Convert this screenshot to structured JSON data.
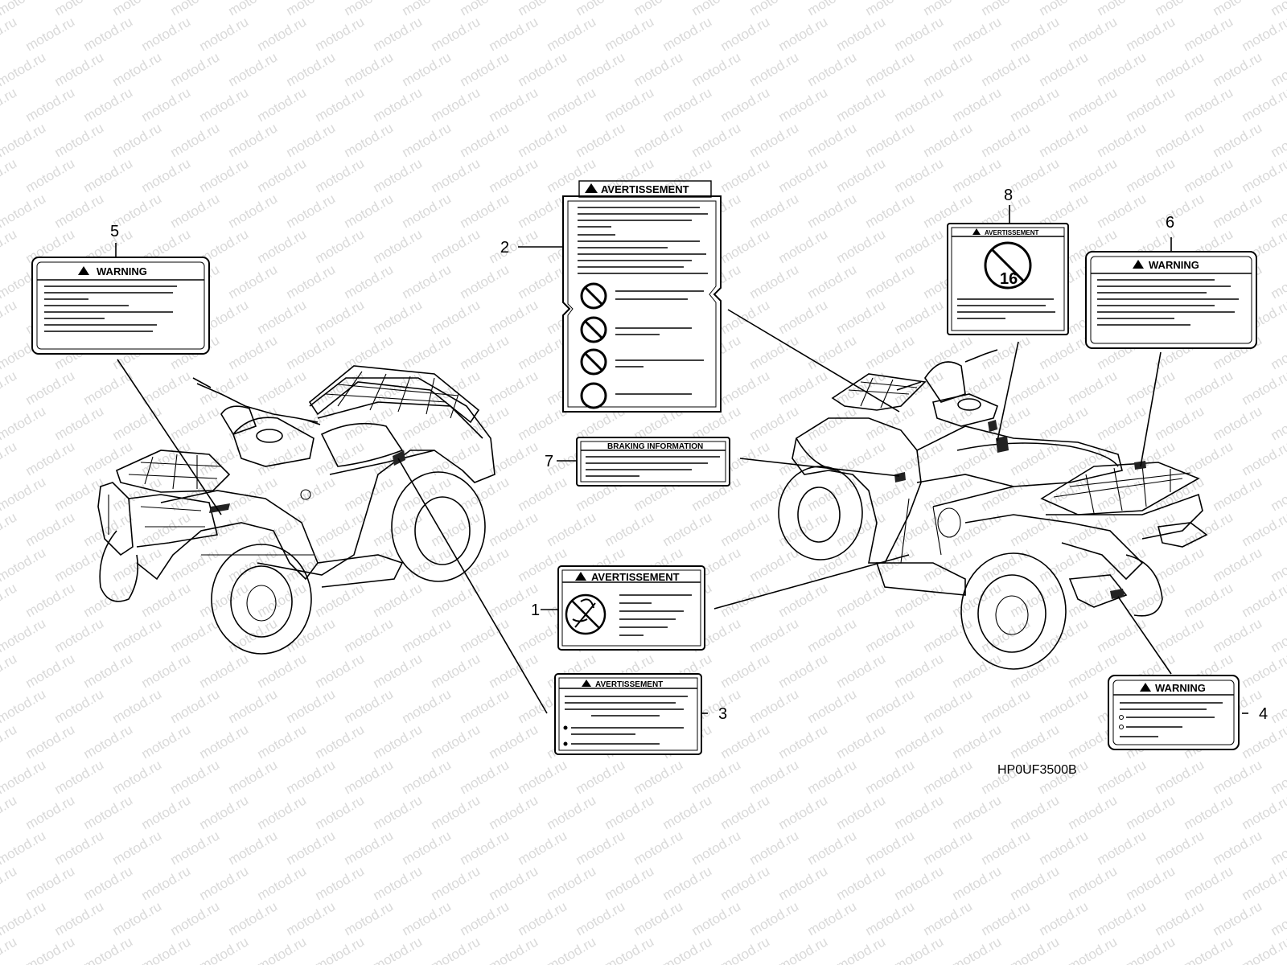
{
  "watermark": "motod.ru",
  "diagram_code": "HP0UF3500B",
  "callouts": [
    "1",
    "2",
    "3",
    "4",
    "5",
    "6",
    "7",
    "8"
  ],
  "labels": {
    "l1": {
      "title": "AVERTISSEMENT"
    },
    "l2": {
      "title": "AVERTISSEMENT"
    },
    "l3": {
      "title": "AVERTISSEMENT"
    },
    "l4": {
      "title": "WARNING"
    },
    "l5": {
      "title": "WARNING"
    },
    "l6": {
      "title": "WARNING"
    },
    "l7": {
      "title": "BRAKING INFORMATION"
    },
    "l8": {
      "title": "AVERTISSEMENT",
      "badge": "16"
    }
  }
}
